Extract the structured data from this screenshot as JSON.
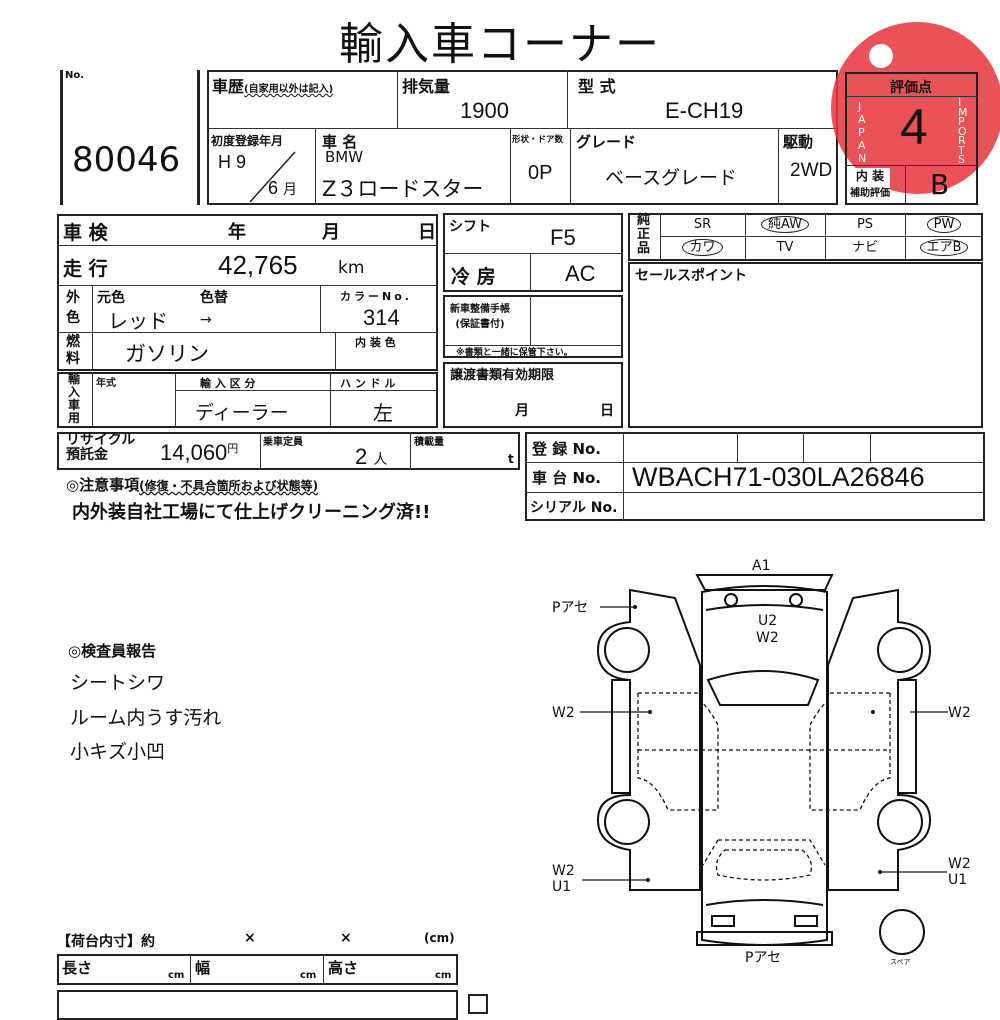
{
  "title": "輸入車コーナー",
  "lot": {
    "no_label": "No.",
    "number": "80046"
  },
  "top": {
    "history_label": "車歴",
    "history_note": "(自家用以外は記入)",
    "displacement_label": "排気量",
    "displacement": "1900",
    "model_code_label": "型 式",
    "model_code": "E-CH19",
    "first_reg_label": "初度登録年月",
    "first_reg_year": "H 9",
    "first_reg_month": "6",
    "month_unit": "月",
    "car_name_label": "車 名",
    "maker": "BMW",
    "car_name": "Z３ロードスター",
    "body_doors_label": "形状・ドア数",
    "body_doors": "0P",
    "grade_label": "グレード",
    "grade": "ベースグレード",
    "drive_label": "駆動",
    "drive": "2WD"
  },
  "score": {
    "label": "評価点",
    "value": "4",
    "interior_label": "内 装",
    "interior_label2": "補助評価",
    "interior": "B"
  },
  "watermark": {
    "text1": "JAPAN",
    "text2": "IMPORTS"
  },
  "details": {
    "inspection_label": "車 検",
    "year_unit": "年",
    "month_unit": "月",
    "day_unit": "日",
    "mileage_label": "走 行",
    "mileage": "42,765",
    "mileage_unit": "km",
    "exterior_label": "外色",
    "orig_color_label": "元色",
    "repaint_label": "色替",
    "orig_color": "レッド",
    "repaint_arrow": "→",
    "color_no_label": "カラーNo.",
    "color_no": "314",
    "fuel_label": "燃料",
    "fuel": "ガソリン",
    "interior_color_label": "内 装 色",
    "import_label": "輸入車用",
    "model_year_label": "年式",
    "import_type_label": "輸 入 区 分",
    "import_type": "ディーラー",
    "handle_label": "ハ ン ド ル",
    "handle": "左",
    "recycle_label1": "リサイクル",
    "recycle_label2": "預託金",
    "recycle": "14,060",
    "yen": "円",
    "capacity_label": "乗車定員",
    "capacity": "2",
    "capacity_unit": "人",
    "load_label": "積載量",
    "load_unit": "t",
    "notes_label": "◎注意事項",
    "notes_sub": "(修復・不具合箇所および状態等)",
    "notes_text": "内外装自社工場にて仕上げクリーニング済!!"
  },
  "mid": {
    "shift_label": "シフト",
    "shift": "F5",
    "ac_label": "冷 房",
    "ac": "AC",
    "manual_label1": "新車整備手帳",
    "manual_label2": "(保証書付)",
    "manual_note": "※書類と一緒に保管下さい。",
    "transfer_label": "譲渡書類有効期限",
    "month_unit": "月",
    "day_unit": "日"
  },
  "equipment": {
    "label": "純正品",
    "items": [
      {
        "label": "SR",
        "circled": false
      },
      {
        "label": "純AW",
        "circled": true
      },
      {
        "label": "PS",
        "circled": false
      },
      {
        "label": "PW",
        "circled": true
      },
      {
        "label": "カワ",
        "circled": true
      },
      {
        "label": "TV",
        "circled": false
      },
      {
        "label": "ナビ",
        "circled": false
      },
      {
        "label": "エアB",
        "circled": true
      }
    ]
  },
  "sales_point_label": "セールスポイント",
  "registration": {
    "reg_no_label": "登 録 No.",
    "chassis_label": "車 台 No.",
    "chassis": "WBACH71-030LA26846",
    "serial_label": "シリアル No."
  },
  "inspector": {
    "label": "◎検査員報告",
    "lines": [
      "シートシワ",
      "ルーム内うす汚れ",
      "小キズ小凹"
    ]
  },
  "diagram": {
    "front": "A1",
    "hood1": "U2",
    "hood2": "W2",
    "left_front": "Pアセ",
    "left_door": "W2",
    "right_door": "W2",
    "left_rear1": "W2",
    "left_rear2": "U1",
    "right_rear1": "W2",
    "right_rear2": "U1",
    "rear": "Pアセ",
    "spare": "スペア"
  },
  "cargo": {
    "label": "【荷台内寸】約",
    "x1": "×",
    "x2": "×",
    "unit": "(cm)",
    "length": "長さ",
    "width": "幅",
    "height": "高さ",
    "cm": "cm"
  }
}
